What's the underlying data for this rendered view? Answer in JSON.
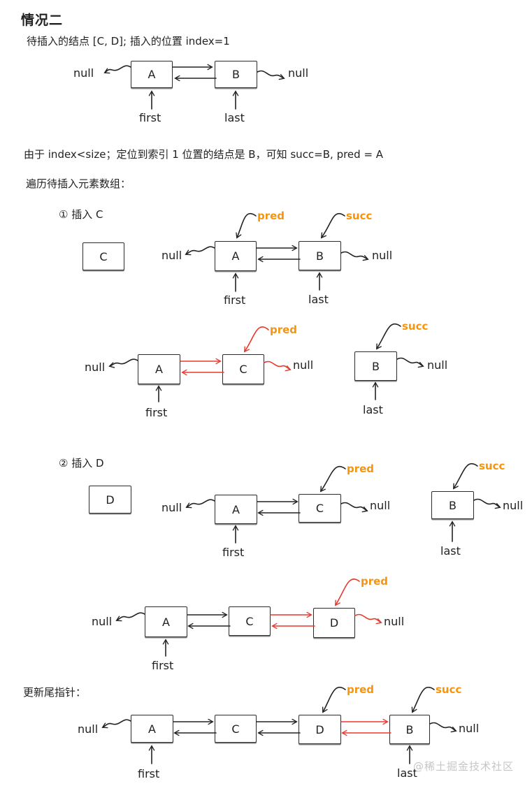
{
  "page": {
    "title": "情况二",
    "line_insert_nodes": "待插入的结点 [C, D]; 插入的位置 index=1",
    "line_analysis": "由于 index<size；定位到索引 1 位置的结点是 B，可知 succ=B, pred = A",
    "line_traverse": "遍历待插入元素数组：",
    "step1_heading": "① 插入 C",
    "step2_heading": "② 插入 D",
    "line_update_tail": "更新尾指针：",
    "watermark": "@稀土掘金技术社区"
  },
  "nodes": {
    "a": "A",
    "b": "B",
    "c": "C",
    "d": "D"
  },
  "labels": {
    "null": "null",
    "first": "first",
    "last": "last",
    "pred": "pred",
    "succ": "succ"
  },
  "colors": {
    "ink": "#222222",
    "pointer_label_orange": "#f5950d",
    "highlight_link_red": "#e8392e",
    "watermark_gray": "#c6c6c6",
    "background": "#ffffff"
  }
}
